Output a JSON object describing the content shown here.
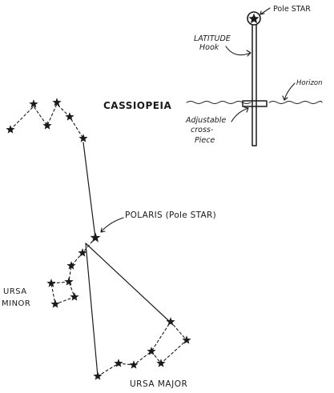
{
  "labels": {
    "pole_star": "Pole STAR",
    "latitude_hook_1": "LATITUDE",
    "latitude_hook_2": "Hook",
    "horizon": "Horizon",
    "crosspiece_1": "Adjustable",
    "crosspiece_2": "cross-",
    "crosspiece_3": "Piece",
    "cassiopeia": "CASSIOPEIA",
    "polaris": "POLARIS (Pole STAR)",
    "ursa_minor_1": "URSA",
    "ursa_minor_2": "MINOR",
    "ursa_major": "URSA MAJOR"
  },
  "colors": {
    "ink": "#1a1a1a",
    "paper": "#ffffff"
  }
}
